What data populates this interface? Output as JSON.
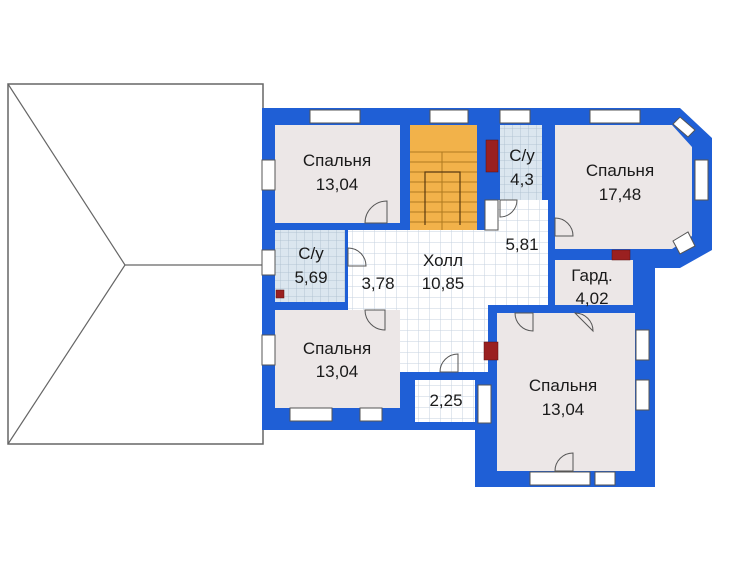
{
  "colors": {
    "wall": "#1f5fd6",
    "room": "#ece7e7",
    "stair": "#f2b24a",
    "tile": "#d9e4ee",
    "tile_line": "#9fb4c8",
    "roof_line": "#555555",
    "vent": "#9a2020"
  },
  "rooms": {
    "bedroom_nw": {
      "name": "Спальня",
      "area": "13,04"
    },
    "wc_north": {
      "name": "С/у",
      "area": "4,3"
    },
    "bedroom_ne": {
      "name": "Спальня",
      "area": "17,48"
    },
    "wc_west": {
      "name": "С/у",
      "area": "5,69"
    },
    "corridor": {
      "area": "3,78"
    },
    "hall": {
      "name": "Холл",
      "area": "10,85"
    },
    "landing": {
      "area": "5,81"
    },
    "wardrobe": {
      "name": "Гард.",
      "area": "4,02"
    },
    "bedroom_sw": {
      "name": "Спальня",
      "area": "13,04"
    },
    "balcony": {
      "area": "2,25"
    },
    "bedroom_se": {
      "name": "Спальня",
      "area": "13,04"
    }
  }
}
